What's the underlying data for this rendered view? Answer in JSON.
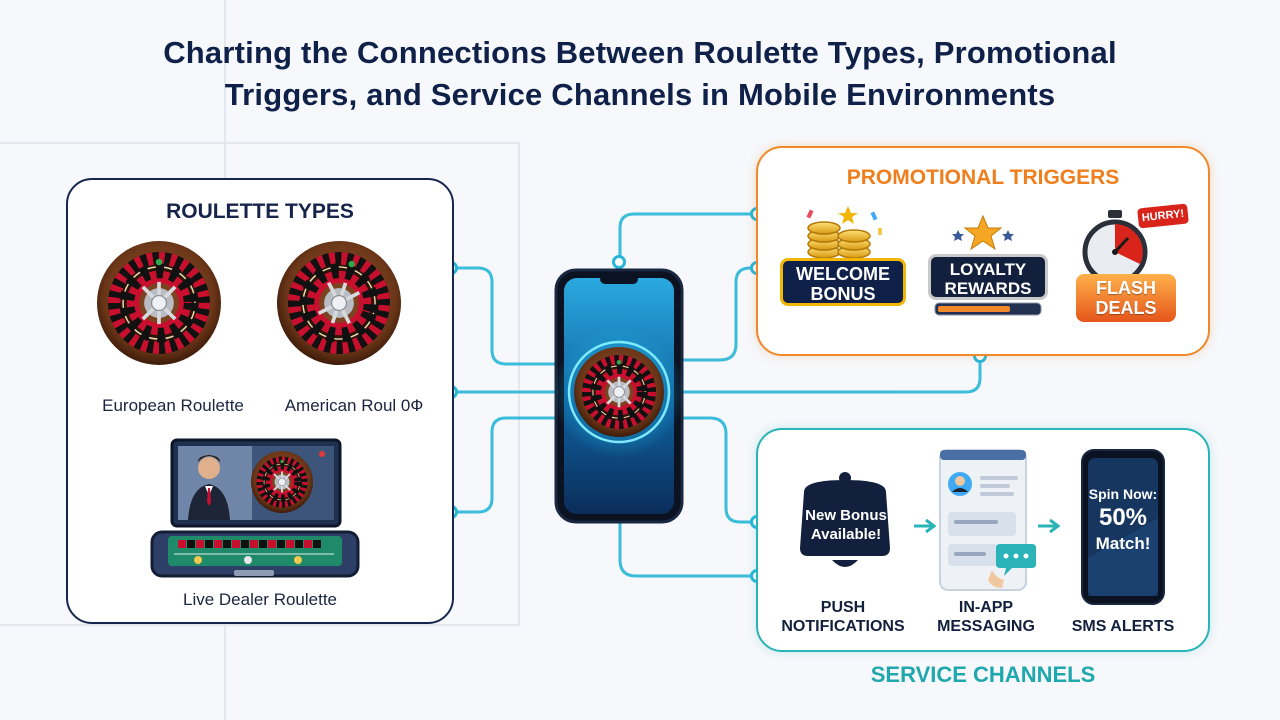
{
  "title_line1": "Charting the Connections Between Roulette Types, Promotional",
  "title_line2": "Triggers, and Service Channels in Mobile Environments",
  "roulette": {
    "heading": "ROULETTE TYPES",
    "european": "European Roulette",
    "american": "American Roul 0Ф",
    "live": "Live Dealer Roulette"
  },
  "promo": {
    "heading": "PROMOTIONAL TRIGGERS",
    "welcome_line1": "WELCOME",
    "welcome_line2": "BONUS",
    "loyalty_line1": "LOYALTY",
    "loyalty_line2": "REWARDS",
    "flash_line1": "FLASH",
    "flash_line2": "DEALS",
    "hurry": "HURRY!"
  },
  "service": {
    "heading": "SERVICE CHANNELS",
    "bell_line1": "New Bonus",
    "bell_line2": "Available!",
    "phone_line1": "Spin Now:",
    "phone_line2": "50%",
    "phone_line3": "Match!",
    "push_line1": "PUSH",
    "push_line2": "NOTIFICATIONS",
    "inapp_line1": "IN-APP",
    "inapp_line2": "MESSAGING",
    "sms": "SMS ALERTS"
  },
  "colors": {
    "navy": "#0f2149",
    "orange": "#f0892a",
    "teal": "#2ab3b8",
    "cyan": "#27b6d8",
    "casino_red": "#c8102e"
  },
  "icons": [
    "roulette-wheel-icon",
    "dealer-icon",
    "gold-coins-icon",
    "star-icon",
    "stopwatch-icon",
    "bell-icon",
    "chat-bubble-icon",
    "smartphone-icon"
  ]
}
